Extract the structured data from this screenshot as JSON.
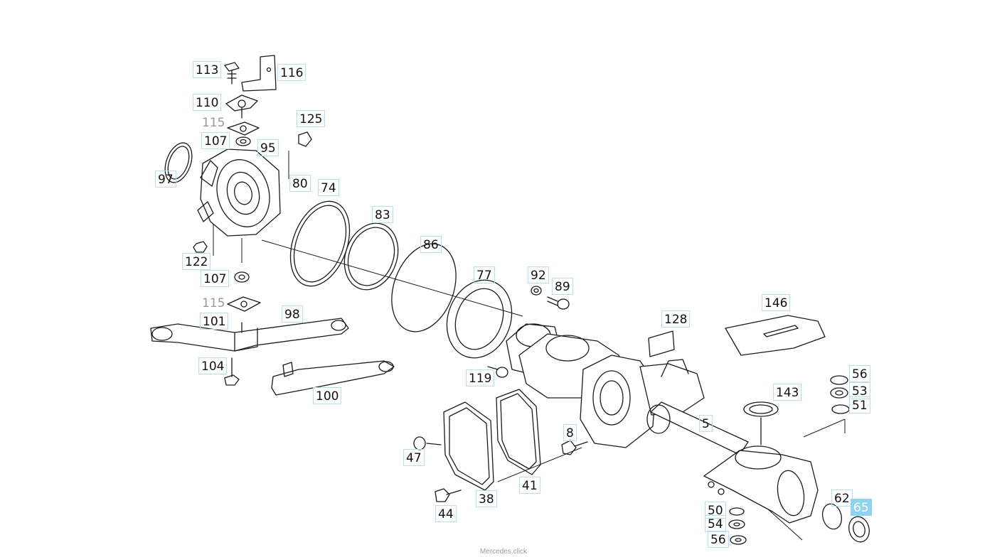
{
  "diagram": {
    "footer": "Mercedes.click",
    "selected_part": "65",
    "callouts": [
      {
        "id": "c113",
        "label": "113"
      },
      {
        "id": "c116",
        "label": "116"
      },
      {
        "id": "c110",
        "label": "110"
      },
      {
        "id": "c115a",
        "label": "115"
      },
      {
        "id": "c107a",
        "label": "107"
      },
      {
        "id": "c125",
        "label": "125"
      },
      {
        "id": "c95",
        "label": "95"
      },
      {
        "id": "c97",
        "label": "97"
      },
      {
        "id": "c80",
        "label": "80"
      },
      {
        "id": "c74",
        "label": "74"
      },
      {
        "id": "c83",
        "label": "83"
      },
      {
        "id": "c86",
        "label": "86"
      },
      {
        "id": "c122",
        "label": "122"
      },
      {
        "id": "c107b",
        "label": "107"
      },
      {
        "id": "c77",
        "label": "77"
      },
      {
        "id": "c92",
        "label": "92"
      },
      {
        "id": "c89",
        "label": "89"
      },
      {
        "id": "c115b",
        "label": "115"
      },
      {
        "id": "c98",
        "label": "98"
      },
      {
        "id": "c101",
        "label": "101"
      },
      {
        "id": "c146",
        "label": "146"
      },
      {
        "id": "c128",
        "label": "128"
      },
      {
        "id": "c104",
        "label": "104"
      },
      {
        "id": "c119",
        "label": "119"
      },
      {
        "id": "c56a",
        "label": "56"
      },
      {
        "id": "c100",
        "label": "100"
      },
      {
        "id": "c143",
        "label": "143"
      },
      {
        "id": "c53",
        "label": "53"
      },
      {
        "id": "c51",
        "label": "51"
      },
      {
        "id": "c5",
        "label": "5"
      },
      {
        "id": "c8",
        "label": "8"
      },
      {
        "id": "c47",
        "label": "47"
      },
      {
        "id": "c41",
        "label": "41"
      },
      {
        "id": "c62",
        "label": "62"
      },
      {
        "id": "c38",
        "label": "38"
      },
      {
        "id": "c65",
        "label": "65"
      },
      {
        "id": "c50",
        "label": "50"
      },
      {
        "id": "c44",
        "label": "44"
      },
      {
        "id": "c54",
        "label": "54"
      },
      {
        "id": "c56b",
        "label": "56"
      }
    ]
  }
}
